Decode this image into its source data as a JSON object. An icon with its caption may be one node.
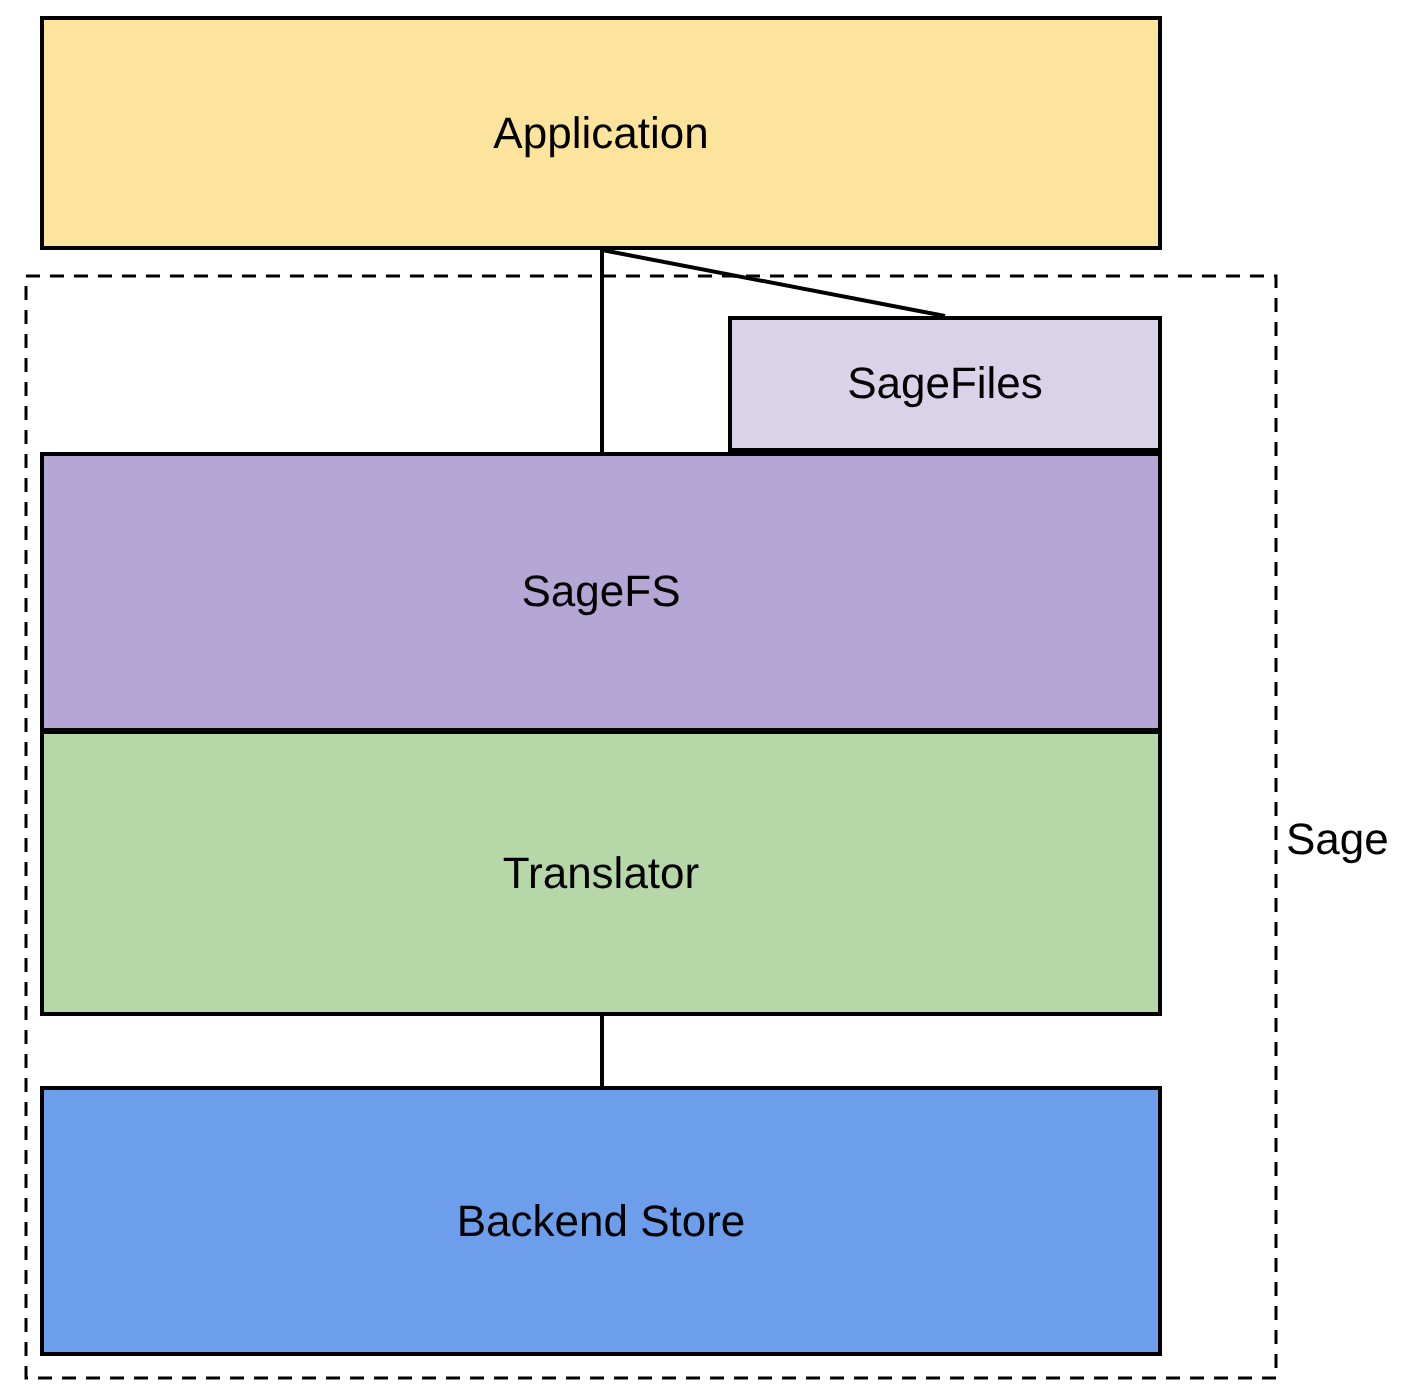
{
  "diagram": {
    "nodes": [
      {
        "text": [
          "Application"
        ]
      },
      {
        "text": [
          "Sage"
        ]
      },
      {
        "text": [
          "SageFiles"
        ],
        "in": 1
      },
      {
        "text": [
          "SageFS"
        ],
        "in": 1
      },
      {
        "text": [
          "Translator"
        ],
        "in": 1
      },
      {
        "text": [
          "Backend Store"
        ],
        "in": 1
      }
    ],
    "edges": [
      {
        "from": 0,
        "to": 3,
        "arrow": "none"
      },
      {
        "from": 0,
        "to": 2,
        "arrow": "none"
      },
      {
        "from": 4,
        "to": 5,
        "arrow": "none"
      }
    ]
  }
}
